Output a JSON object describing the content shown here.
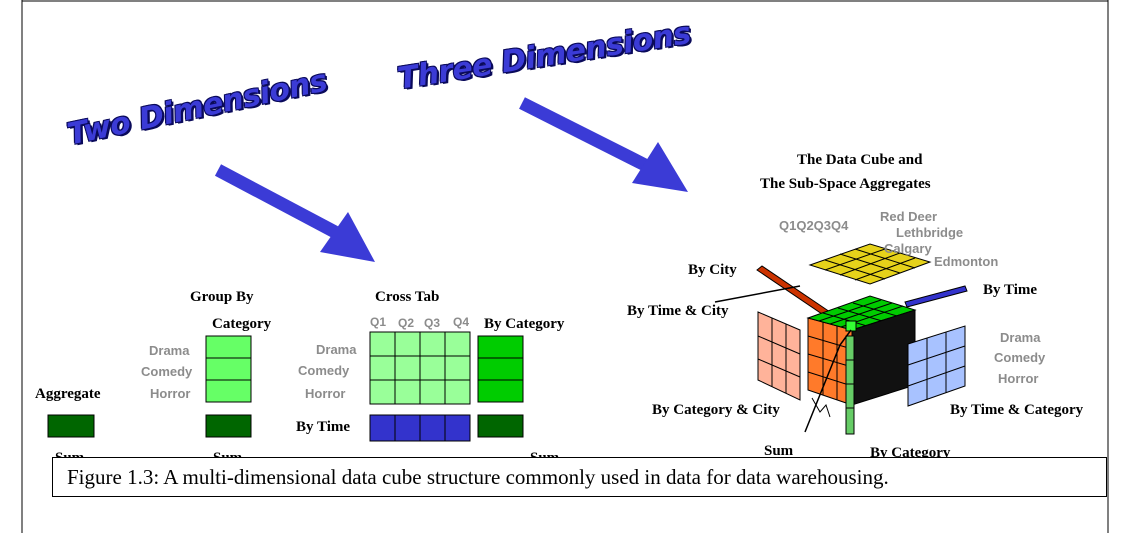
{
  "titles": {
    "two_dimensions": "Two Dimensions",
    "three_dimensions": "Three Dimensions"
  },
  "left": {
    "aggregate": "Aggregate",
    "group_by": "Group By",
    "category": "Category",
    "categories": [
      "Drama",
      "Comedy",
      "Horror"
    ],
    "sum_labels": [
      "Sum",
      "Sum",
      "Sum"
    ]
  },
  "crosstab": {
    "title": "Cross Tab",
    "quarters": [
      "Q1",
      "Q2",
      "Q3",
      "Q4"
    ],
    "by_category": "By Category",
    "categories": [
      "Drama",
      "Comedy",
      "Horror"
    ],
    "by_time": "By Time"
  },
  "cube": {
    "title_line1": "The Data Cube and",
    "title_line2": "The Sub-Space Aggregates",
    "quarters": "Q1Q2Q3Q4",
    "cities": [
      "Red Deer",
      "Lethbridge",
      "Calgary",
      "Edmonton"
    ],
    "categories": [
      "Drama",
      "Comedy",
      "Horror"
    ],
    "labels": {
      "by_city": "By City",
      "by_time": "By Time",
      "by_time_city": "By Time & City",
      "by_category_city": "By Category & City",
      "by_time_category": "By Time & Category",
      "sum": "Sum",
      "by_category": "By Category"
    }
  },
  "caption": "Figure 1.3: A multi-dimensional data cube structure commonly used in data for data warehousing.",
  "colors": {
    "light_green": "#66ff66",
    "mid_green": "#00cc00",
    "dark_green": "#006600",
    "blue": "#3333cc",
    "arrow_blue": "#3b3bd6",
    "gray_text": "#8c8c8c",
    "yellow": "#e6d21a",
    "orange": "#ff7a2a",
    "salmon": "#ffb39a",
    "light_blue": "#a8c2ff",
    "pale_green": "#99ff99"
  }
}
